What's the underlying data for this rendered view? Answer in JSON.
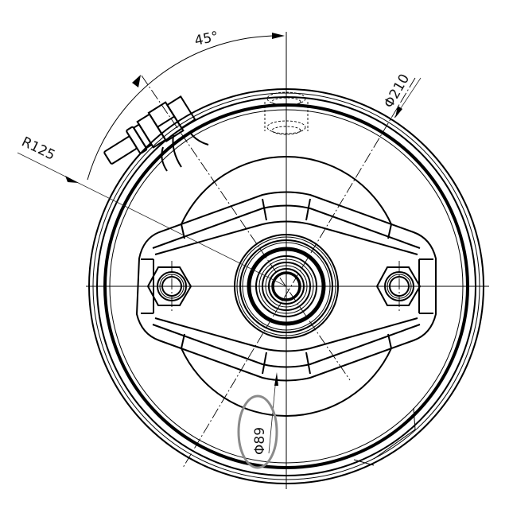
{
  "drawing": {
    "type": "mechanical front view",
    "subject": "brake chamber front view with mounting bracket, two studs with nuts, central push-rod boss and air inlet port"
  },
  "dimensions": {
    "angle": "45°",
    "radius": "R125",
    "outer_diameter": "Φ210",
    "boss_diameter": "Φ89"
  },
  "annotations": {
    "highlight": "Φ89 dimension circled in gray"
  },
  "colors": {
    "line": "#000000",
    "background": "#ffffff",
    "highlight": "#8a8a8a"
  }
}
